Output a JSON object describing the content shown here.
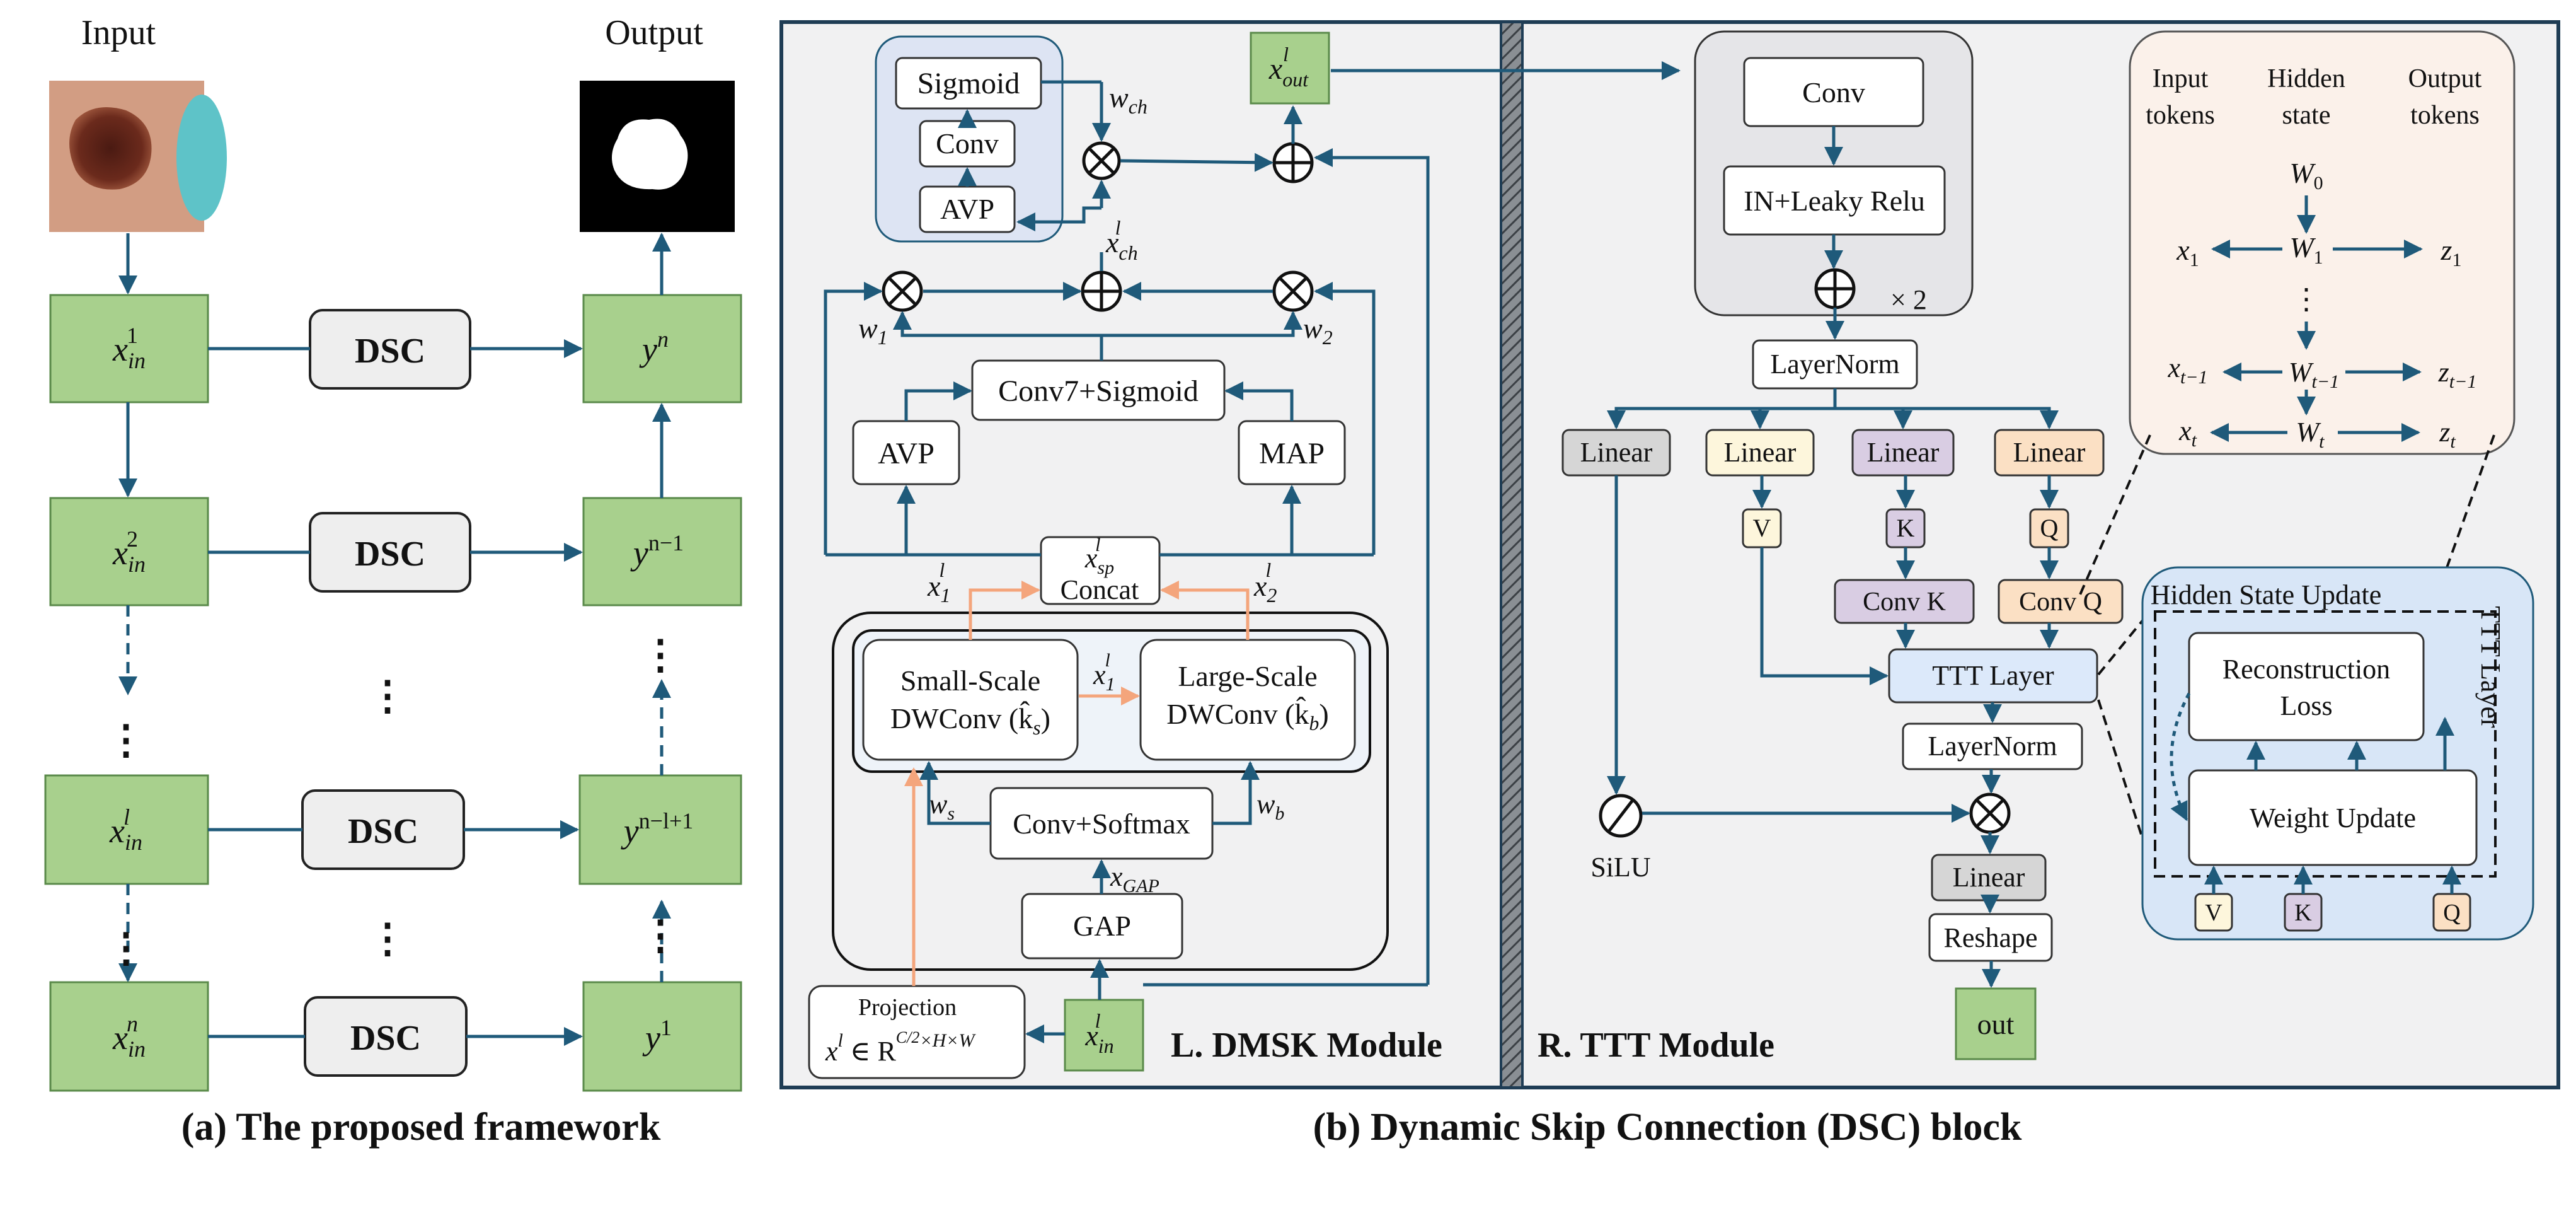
{
  "framework": {
    "input_label": "Input",
    "output_label": "Output",
    "dsc_label": "DSC",
    "ellipsis": "⋮",
    "encoder": [
      {
        "base": "x",
        "sub": "in",
        "sup": "1"
      },
      {
        "base": "x",
        "sub": "in",
        "sup": "2"
      },
      {
        "base": "x",
        "sub": "in",
        "sup": "l"
      },
      {
        "base": "x",
        "sub": "in",
        "sup": "n"
      }
    ],
    "decoder": [
      {
        "base": "y",
        "sup": "n"
      },
      {
        "base": "y",
        "sup": "n−1"
      },
      {
        "base": "y",
        "sup": "n−l+1"
      },
      {
        "base": "y",
        "sup": "1"
      }
    ],
    "caption": "(a) The proposed framework"
  },
  "dmsk": {
    "title": "L. DMSK Module",
    "channel": {
      "sigmoid": "Sigmoid",
      "conv": "Conv",
      "avp": "AVP",
      "w_ch": {
        "base": "w",
        "sub": "ch"
      },
      "x_ch": {
        "base": "x",
        "sub": "ch",
        "sup": "l"
      },
      "x_out": {
        "base": "x",
        "sub": "out",
        "sup": "l"
      }
    },
    "spatial": {
      "conv7": "Conv7+Sigmoid",
      "avp": "AVP",
      "map": "MAP",
      "w1": {
        "base": "w",
        "sub": "1"
      },
      "w2": {
        "base": "w",
        "sub": "2"
      },
      "x_sp": {
        "base": "x",
        "sub": "sp",
        "sup": "l"
      },
      "concat": "Concat",
      "x1": {
        "base": "x",
        "sub": "1",
        "sup": "l"
      },
      "x2": {
        "base": "x",
        "sub": "2",
        "sup": "l"
      }
    },
    "multiscale": {
      "small_line1": "Small-Scale",
      "small_line2": "DWConv (k̂",
      "small_sub": "s",
      "large_line1": "Large-Scale",
      "large_line2": "DWConv (k̂",
      "large_sub": "b",
      "x1_mid": {
        "base": "x",
        "sub": "1",
        "sup": "l"
      },
      "conv_softmax": "Conv+Softmax",
      "ws": {
        "base": "w",
        "sub": "s"
      },
      "wb": {
        "base": "w",
        "sub": "b"
      },
      "x_gap": {
        "base": "x",
        "sub": "GAP"
      },
      "gap": "GAP"
    },
    "projection": {
      "label": "Projection",
      "formula": "x",
      "formula_sup": "l",
      "formula_rest": " ∈ R",
      "formula_frac": "C/2",
      "formula_dims": "×H×W",
      "x_in": {
        "base": "x",
        "sub": "in",
        "sup": "l"
      }
    }
  },
  "ttt": {
    "title": "R. TTT Module",
    "conv": "Conv",
    "in_leaky": "IN+Leaky Relu",
    "times2": "× 2",
    "layernorm1": "LayerNorm",
    "linear": "Linear",
    "v": "V",
    "k": "K",
    "q": "Q",
    "conv_k": "Conv K",
    "conv_q": "Conv Q",
    "ttt_layer": "TTT Layer",
    "layernorm2": "LayerNorm",
    "silu": "SiLU",
    "reshape": "Reshape",
    "out": "out",
    "tokens": {
      "input": [
        "Input",
        "tokens"
      ],
      "hidden": [
        "Hidden",
        "state"
      ],
      "output": [
        "Output",
        "tokens"
      ],
      "w0": {
        "base": "W",
        "sub": "0"
      },
      "x1": {
        "base": "x",
        "sub": "1"
      },
      "w1": {
        "base": "W",
        "sub": "1"
      },
      "z1": {
        "base": "z",
        "sub": "1"
      },
      "xt1": {
        "base": "x",
        "sub": "t−1"
      },
      "wt1": {
        "base": "W",
        "sub": "t−1"
      },
      "zt1": {
        "base": "z",
        "sub": "t−1"
      },
      "xt": {
        "base": "x",
        "sub": "t"
      },
      "wt": {
        "base": "W",
        "sub": "t"
      },
      "zt": {
        "base": "z",
        "sub": "t"
      }
    },
    "hidden_update": {
      "title": "Hidden State Update",
      "side": "TTT Layer",
      "recon1": "Reconstruction",
      "recon2": "Loss",
      "weight": "Weight Update"
    }
  },
  "caption_b": "(b) Dynamic Skip Connection (DSC) block",
  "colors": {
    "arrow": "#1f5a7a",
    "green": "#a8d08d",
    "green_stroke": "#5a8a4a",
    "orange": "#f4a57c",
    "channel_bg": "#dde4f3",
    "ttt_bg": "#e5e5e8",
    "token_bg": "#fbf1ea",
    "hidden_bg": "#d8e6f7",
    "panel_bg": "#f1f1f2",
    "gray_chip": "#d6d6d6",
    "yellow_chip": "#fdf6dc",
    "purple_chip": "#d9cde3",
    "orange_chip": "#fbe0c4",
    "blue_chip": "#dce9fa"
  }
}
